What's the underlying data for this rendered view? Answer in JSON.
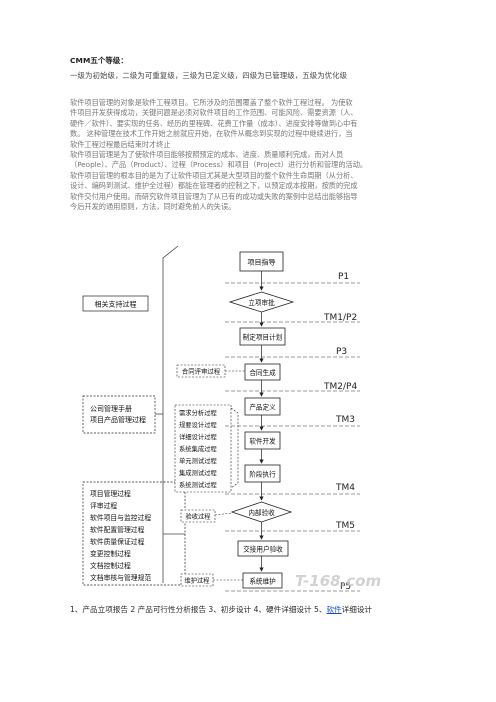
{
  "heading": "CMM五个等级：",
  "levels_line": "一级为初始级，二级为可重复级，三级为已定义级，四级为已管理级，五级为优化级",
  "paragraph_lines": [
    "软件项目管理的对象是软件工程项目。它所涉及的范围覆盖了整个软件工程过程。  为使软",
    "件项目开发获得成功，关键问题是必须对软件项目的工作范围、可能风险、需要资源（人、",
    "硬件／软件）、要实现的任务、经历的里程碑、花费工作量（成本）、进度安排等做到心中有",
    "数。  这种管理在技术工作开始之前就应开始，在软件从概念到实现的过程中继续进行，当",
    "软件工程过程最后结束时才终止",
    "软件项目管理是为了使软件项目能够按照预定的成本、进度、质量顺利完成，而对人员",
    "（People）、产品（Product）、过程（Process）和项目（Project）进行分析和管理的活动。",
    "软件项目管理的根本目的是为了让软件项目尤其是大型项目的整个软件生命周期（从分析、",
    "设计、编码到测试、维护全过程）都能在管理者的控制之下，以预定成本按期，按质的完成",
    "软件交付用户使用。而研究软件项目管理为了从已有的成功或失败的案例中总结出能够指导",
    "今后开发的通用原则，方法，同时避免前人的失误。"
  ],
  "diagram": {
    "left_top_box": "相关支持过程",
    "left_mid_box": [
      "公司管理手册",
      "项目产品管理过程"
    ],
    "left_bottom_box": [
      "项目管理过程",
      "评审过程",
      "软件项目与监控过程",
      "软件配置管理过程",
      "软件质量保证过程",
      "变更控制过程",
      "文档控制过程",
      "文档审核与管理规范"
    ],
    "center_steps": [
      "项目指导",
      "立项审批",
      "制定项目计划",
      "合同生成",
      "产品定义",
      "软件开发",
      "阶段执行",
      "内部验收",
      "交接用户验收",
      "系统维护"
    ],
    "mid_labels": [
      "合同评审过程",
      "需求分析过程",
      "规要设计过程",
      "详细设计过程",
      "系统集成过程",
      "单元测试过程",
      "集成测试过程",
      "系统测试过程",
      "验收过程",
      "维护过程"
    ],
    "milestones": [
      "P1",
      "TM1/P2",
      "P3",
      "TM2/P4",
      "TM3",
      "TM4",
      "TM5",
      "P5"
    ],
    "watermark": "T-168.com"
  },
  "footer": {
    "prefix": "1、产品立项报告 2 产品可行性分析报告 3、初步设计 4、硬件详细设计 5、",
    "link": "软件",
    "suffix": "详细设计"
  }
}
